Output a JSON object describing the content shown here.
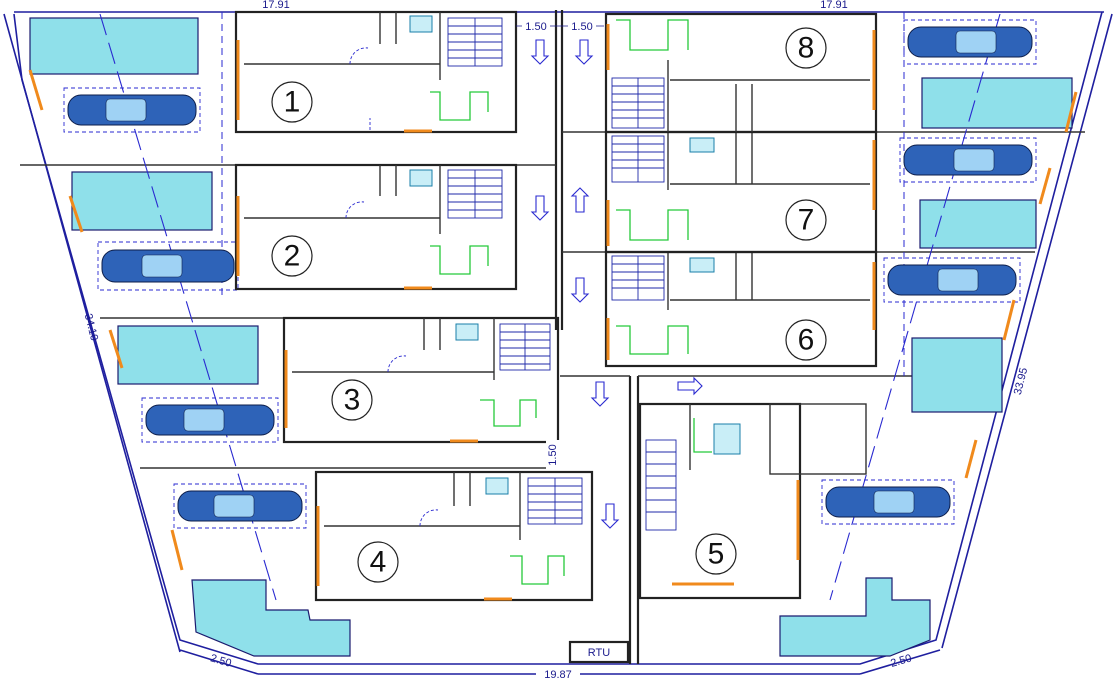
{
  "dimensions": {
    "top_left": "17.91",
    "top_right": "17.91",
    "top_gap_left": "1.50",
    "top_gap_right": "1.50",
    "left_side": "34.10",
    "right_side": "33.95",
    "middle_gap": "1.50",
    "bottom": "19.87",
    "bottom_left": "2.50",
    "bottom_right": "2.50"
  },
  "units": [
    "1",
    "2",
    "3",
    "4",
    "5",
    "6",
    "7",
    "8"
  ],
  "bottom_label": "RTU",
  "colors": {
    "boundary": "#1f1f9f",
    "pool": "#8fe0ea",
    "window": "#f08a1c",
    "fixture": "#25c93a",
    "car": "#2e63b8"
  },
  "icons": [
    "car-icon",
    "pool-icon",
    "stair-icon",
    "arrow-icon"
  ]
}
